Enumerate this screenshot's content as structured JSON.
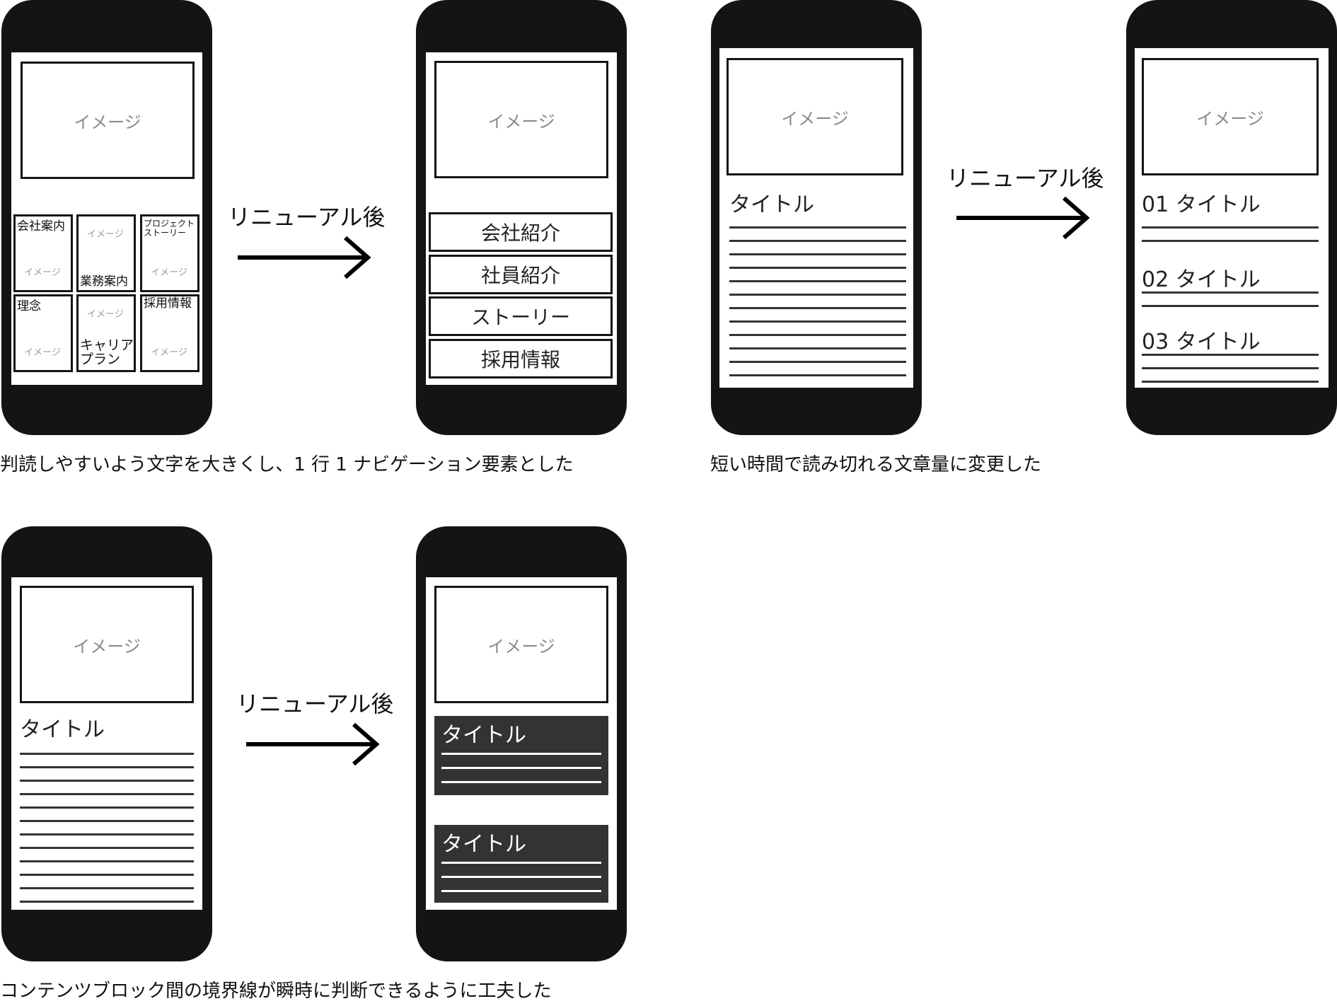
{
  "image_placeholder": "イメージ",
  "arrow_label": "リニューアル後",
  "title_label": "タイトル",
  "row1": {
    "caption_left": "判読しやすいよう文字を大きくし、1 行 1 ナビゲーション要素とした",
    "caption_right": "短い時間で読み切れる文章量に変更した",
    "before_grid": {
      "cells": [
        "会社案内",
        "業務案内",
        "プロジェクトストーリー",
        "理念",
        "キャリアプラン",
        "採用情報"
      ]
    },
    "after_nav": {
      "items": [
        "会社紹介",
        "社員紹介",
        "ストーリー",
        "採用情報"
      ]
    },
    "after_list": {
      "items": [
        "01 タイトル",
        "02 タイトル",
        "03 タイトル"
      ]
    }
  },
  "row2": {
    "caption": "コンテンツブロック間の境界線が瞬時に判断できるように工夫した"
  },
  "colors": {
    "phone": "#141414",
    "dark_block": "#333333",
    "placeholder_text": "#8a8a8a"
  }
}
